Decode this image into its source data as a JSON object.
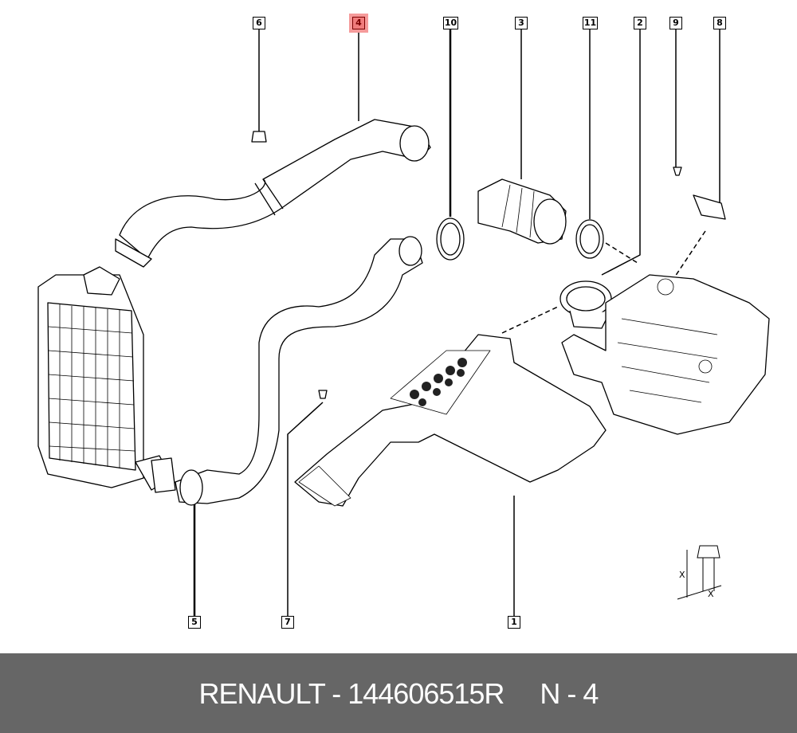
{
  "callouts": {
    "c6": "6",
    "c4": "4",
    "c10": "10",
    "c3": "3",
    "c11": "11",
    "c2": "2",
    "c9": "9",
    "c8": "8",
    "c5": "5",
    "c7": "7",
    "c1": "1"
  },
  "highlighted_part": "4",
  "highlight_color": "#f07c7c",
  "dimension_marks": {
    "x1": "X",
    "x2": "X"
  },
  "footer": {
    "brand": "RENAULT",
    "part_number": "144606515R",
    "ref": "N - 4",
    "text": "RENAULT - 144606515R     N - 4"
  },
  "footer_bg": "#666666"
}
